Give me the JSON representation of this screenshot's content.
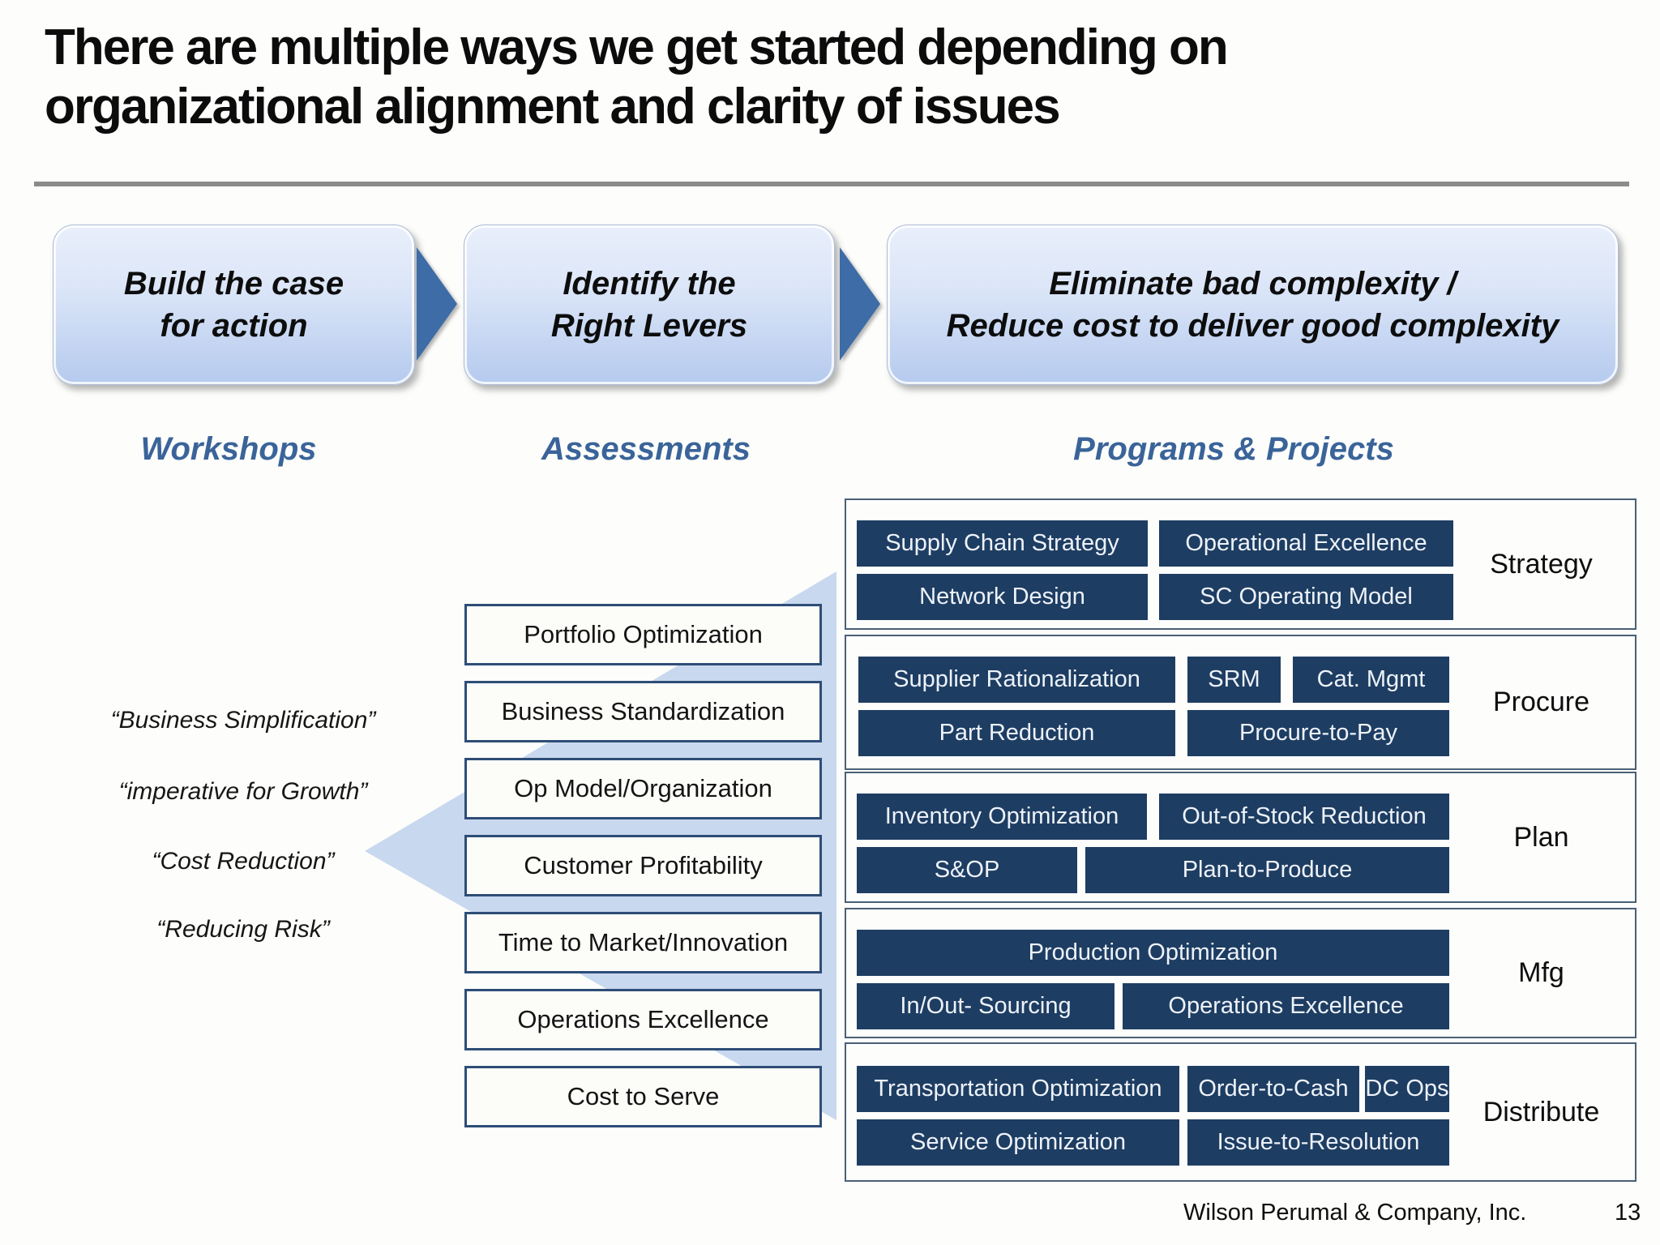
{
  "slide": {
    "title_line1": "There are multiple ways we get started depending on",
    "title_line2": "organizational alignment and clarity of issues",
    "footer": {
      "company": "Wilson Perumal & Company, Inc.",
      "page_number": "13"
    }
  },
  "process_steps": [
    {
      "line1": "Build the case",
      "line2": "for action"
    },
    {
      "line1": "Identify the",
      "line2": "Right Levers"
    },
    {
      "line1": "Eliminate bad complexity /",
      "line2": "Reduce cost to deliver good complexity"
    }
  ],
  "columns": {
    "workshops": "Workshops",
    "assessments": "Assessments",
    "programs": "Programs & Projects"
  },
  "workshops": {
    "quotes": [
      "“Business Simplification”",
      "“imperative for Growth”",
      "“Cost Reduction”",
      "“Reducing Risk”"
    ]
  },
  "assessments": {
    "items": [
      "Portfolio Optimization",
      "Business Standardization",
      "Op Model/Organization",
      "Customer Profitability",
      "Time to Market/Innovation",
      "Operations Excellence",
      "Cost to Serve"
    ]
  },
  "programs": {
    "groups": [
      {
        "label": "Strategy",
        "items": [
          "Supply Chain Strategy",
          "Operational Excellence",
          "Network Design",
          "SC Operating Model"
        ]
      },
      {
        "label": "Procure",
        "items": [
          "Supplier Rationalization",
          "SRM",
          "Cat. Mgmt",
          "Part Reduction",
          "Procure-to-Pay"
        ]
      },
      {
        "label": "Plan",
        "items": [
          "Inventory Optimization",
          "Out-of-Stock Reduction",
          "S&OP",
          "Plan-to-Produce"
        ]
      },
      {
        "label": "Mfg",
        "items": [
          "Production Optimization",
          "In/Out- Sourcing",
          "Operations Excellence"
        ]
      },
      {
        "label": "Distribute",
        "items": [
          "Transportation Optimization",
          "Order-to-Cash",
          "DC Ops",
          "Service Optimization",
          "Issue-to-Resolution"
        ]
      }
    ]
  },
  "colors": {
    "navy_box": "#1e3d62",
    "navy_box_text": "#edf2f9",
    "funnel_light_blue": "#c8d8ef",
    "header_blue": "#3a6499",
    "step_gradient_top": "#e9effb",
    "step_gradient_bottom": "#b5caee",
    "arrow_blue": "#3d6ca6",
    "assessment_border": "#2e4d77",
    "group_border": "#4a6076",
    "title_rule_gray": "#8c8c8c"
  }
}
